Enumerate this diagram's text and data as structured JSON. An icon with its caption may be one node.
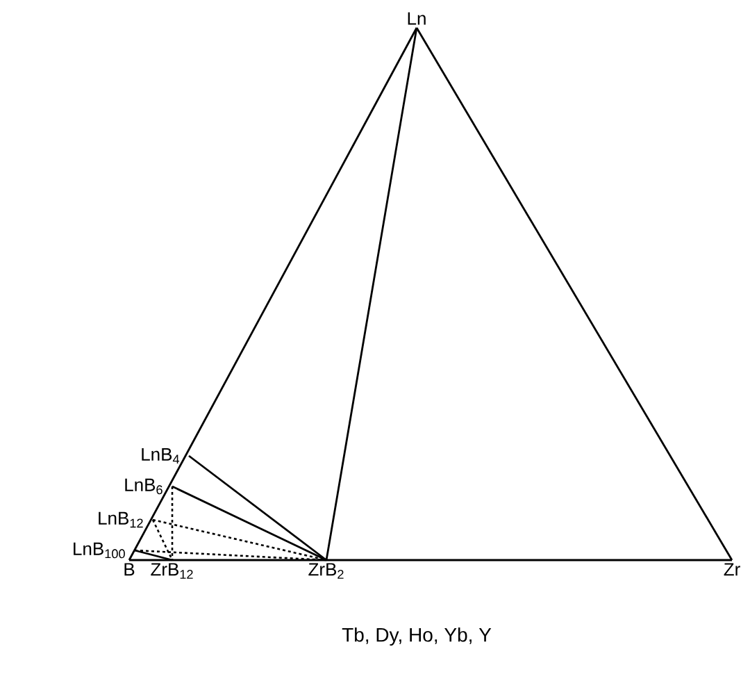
{
  "diagram": {
    "caption": "Tb, Dy, Ho, Yb, Y",
    "nodes": [
      {
        "text": [
          "Ln"
        ]
      },
      {
        "text": [
          "LnB$_{4}$"
        ]
      },
      {
        "text": [
          "LnB$_{6}$"
        ]
      },
      {
        "text": [
          "LnB$_{12}$"
        ]
      },
      {
        "text": [
          "LnB$_{100}$"
        ]
      },
      {
        "text": [
          "B"
        ]
      },
      {
        "text": [
          "ZrB$_{12}$"
        ]
      },
      {
        "text": [
          "ZrB$_{2}$"
        ]
      },
      {
        "text": [
          "Zr"
        ]
      }
    ],
    "edges": [
      {
        "from": 0,
        "to": 5,
        "arrow": "none"
      },
      {
        "from": 0,
        "to": 8,
        "arrow": "none"
      },
      {
        "from": 5,
        "to": 8,
        "arrow": "none"
      },
      {
        "from": 0,
        "to": 7,
        "arrow": "none"
      },
      {
        "from": 1,
        "to": 7,
        "arrow": "none"
      },
      {
        "from": 2,
        "to": 7,
        "arrow": "none"
      },
      {
        "from": 3,
        "to": 7,
        "arrow": "none",
        "style": "dashed"
      },
      {
        "from": 4,
        "to": 7,
        "arrow": "none",
        "style": "dashed"
      },
      {
        "from": 2,
        "to": 6,
        "arrow": "none",
        "style": "dashed"
      },
      {
        "from": 3,
        "to": 6,
        "arrow": "none",
        "style": "dashed"
      },
      {
        "from": 4,
        "to": 6,
        "arrow": "none"
      }
    ]
  }
}
